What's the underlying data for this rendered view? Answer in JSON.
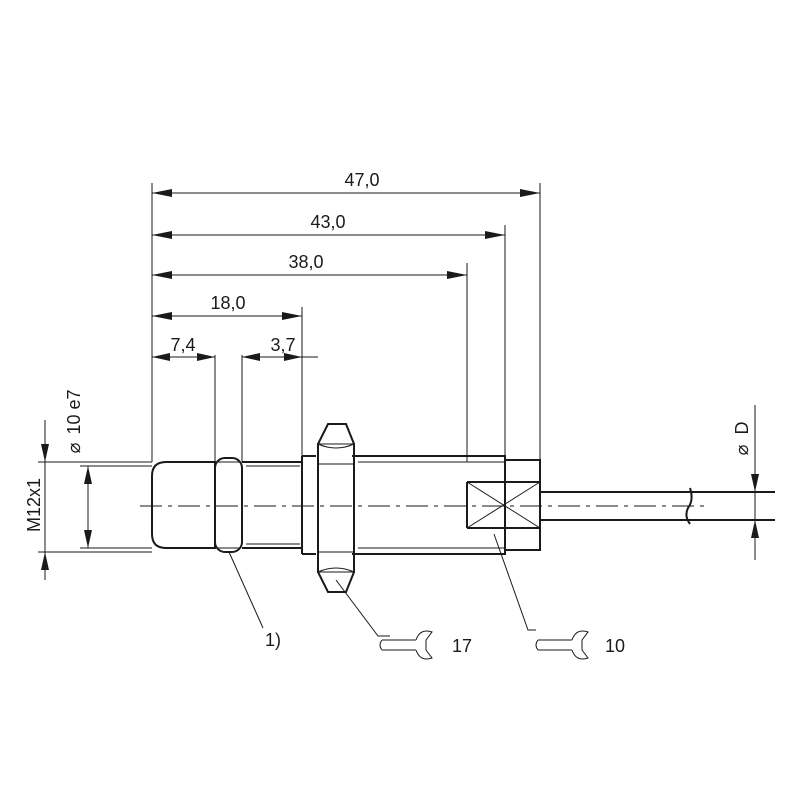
{
  "dimensions": {
    "overall_length": "47,0",
    "length_43": "43,0",
    "length_38": "38,0",
    "thread_length": "18,0",
    "front_length": "7,4",
    "groove_length": "3,7",
    "diameter_body": "10 e7",
    "thread": "M12x1",
    "cable_diameter": "D"
  },
  "symbols": {
    "diameter": "⌀"
  },
  "callouts": {
    "note_1": "1)",
    "wrench_nut": "17",
    "wrench_end": "10"
  }
}
